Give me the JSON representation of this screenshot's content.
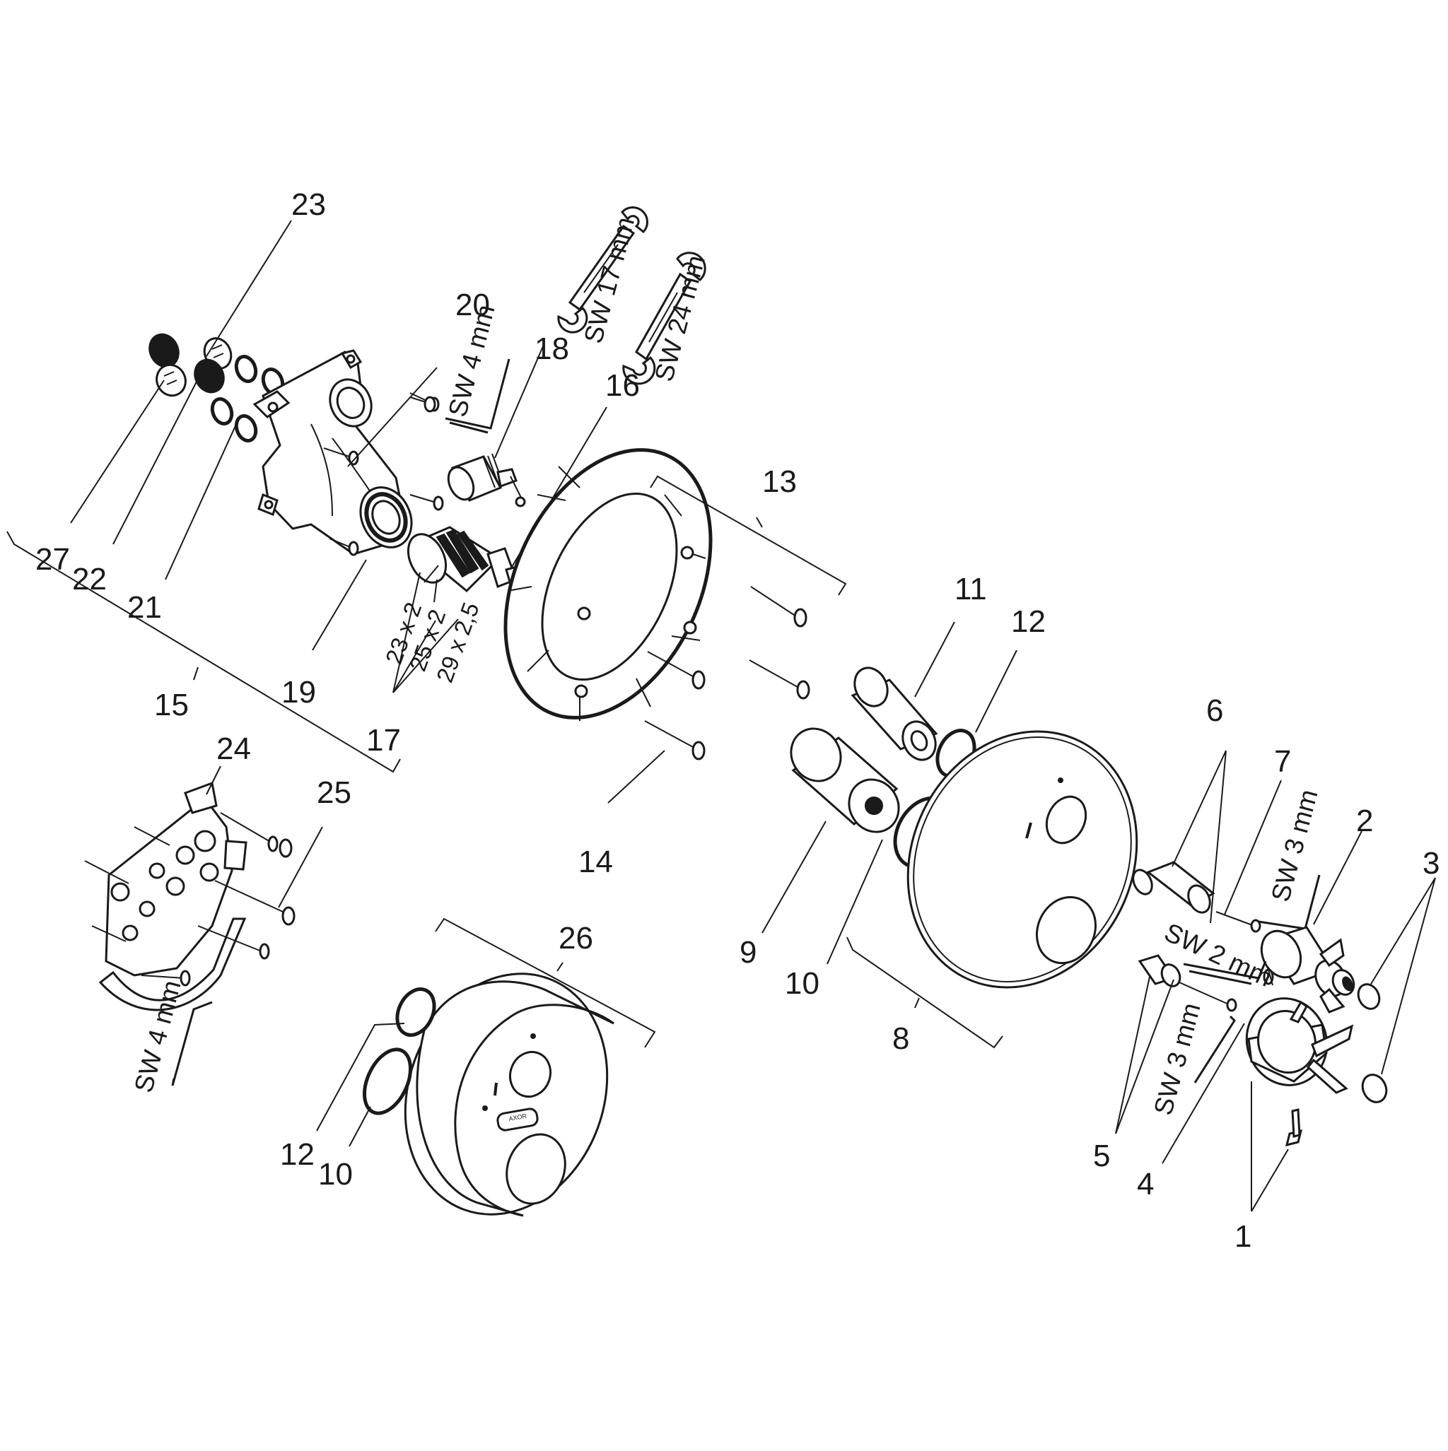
{
  "labels": {
    "p1": "1",
    "p2": "2",
    "p3": "3",
    "p4": "4",
    "p5": "5",
    "p6": "6",
    "p7": "7",
    "p8": "8",
    "p9": "9",
    "p10a": "10",
    "p10b": "10",
    "p11": "11",
    "p12a": "12",
    "p12b": "12",
    "p13": "13",
    "p14": "14",
    "p15": "15",
    "p16": "16",
    "p17": "17",
    "p18": "18",
    "p19": "19",
    "p20": "20",
    "p21": "21",
    "p22": "22",
    "p23": "23",
    "p24": "24",
    "p25": "25",
    "p26": "26",
    "p27": "27"
  },
  "oring_sizes": [
    "23 x 2",
    "25 x 2",
    "29 x 2,5"
  ],
  "tools": {
    "sw4_top": "SW 4 mm",
    "sw4_bottom": "SW 4 mm",
    "sw17": "SW 17 mm",
    "sw24": "SW 24 mm",
    "sw3_top": "SW 3 mm",
    "sw2": "SW 2 mm",
    "sw3_bottom": "SW 3 mm"
  },
  "brand": {
    "logo": "AXOR"
  }
}
